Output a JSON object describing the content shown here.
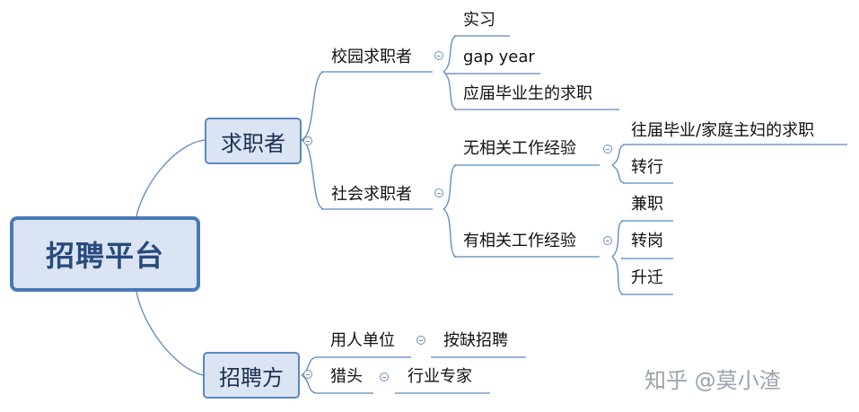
{
  "root": {
    "label": "招聘平台"
  },
  "branches": {
    "job_seekers": {
      "label": "求职者",
      "campus": {
        "label": "校园求职者",
        "children": [
          "实习",
          "gap year",
          "应届毕业生的求职"
        ]
      },
      "social": {
        "label": "社会求职者",
        "no_experience": {
          "label": "无相关工作经验",
          "children": [
            "往届毕业/家庭主妇的求职",
            "转行"
          ]
        },
        "with_experience": {
          "label": "有相关工作经验",
          "children": [
            "兼职",
            "转岗",
            "升迁"
          ]
        }
      }
    },
    "recruiters": {
      "label": "招聘方",
      "employer": {
        "label": "用人单位",
        "child": "按缺招聘"
      },
      "headhunter": {
        "label": "猎头",
        "child": "行业专家"
      }
    }
  },
  "watermark": "知乎 @莫小渣",
  "colors": {
    "line": "#5b87c0",
    "root_border": "#4a79b8",
    "box_fill": "#dbe4f2"
  }
}
